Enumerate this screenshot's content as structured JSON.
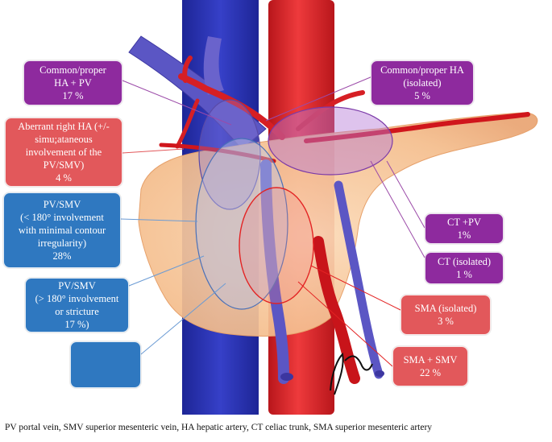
{
  "colors": {
    "purple_box": "#8e2a9e",
    "red_box": "#e2585b",
    "blue_box": "#2f78c0",
    "vena_cava": "#2d37b8",
    "aorta": "#d8262a",
    "portal_vein": "#5b56c4",
    "pancreas": "#f6c79c"
  },
  "boxes": [
    {
      "id": "common-proper-ha-pv",
      "color": "purple",
      "lines": [
        "Common/proper",
        "HA + PV",
        "17 %"
      ]
    },
    {
      "id": "common-proper-ha-isolated",
      "color": "purple",
      "lines": [
        "Common/proper HA",
        "(isolated)",
        "5 %"
      ]
    },
    {
      "id": "aberrant-right-ha",
      "color": "red",
      "lines": [
        "Aberrant right HA (+/-",
        "simu;ataneous",
        "involvement of the",
        "PV/SMV)",
        "4 %"
      ]
    },
    {
      "id": "pv-smv-lt180",
      "color": "blue",
      "lines": [
        "PV/SMV",
        "(< 180° involvement",
        "with minimal contour",
        "irregularity)",
        "28%"
      ]
    },
    {
      "id": "pv-smv-gt180",
      "color": "blue",
      "lines": [
        "PV/SMV",
        "(> 180° involvement",
        "or stricture",
        "17 %)"
      ]
    },
    {
      "id": "empty-blue",
      "color": "blue",
      "lines": []
    },
    {
      "id": "ct-pv",
      "color": "purple",
      "lines": [
        "CT +PV",
        "1%"
      ]
    },
    {
      "id": "ct-isolated",
      "color": "purple",
      "lines": [
        "CT (isolated)",
        "1 %"
      ]
    },
    {
      "id": "sma-isolated",
      "color": "red",
      "lines": [
        "SMA (isolated)",
        "3 %"
      ]
    },
    {
      "id": "sma-smv",
      "color": "red",
      "lines": [
        "SMA + SMV",
        "22 %"
      ]
    }
  ],
  "caption": "PV portal vein, SMV superior mesenteric vein, HA hepatic artery, CT celiac trunk, SMA superior mesenteric artery"
}
